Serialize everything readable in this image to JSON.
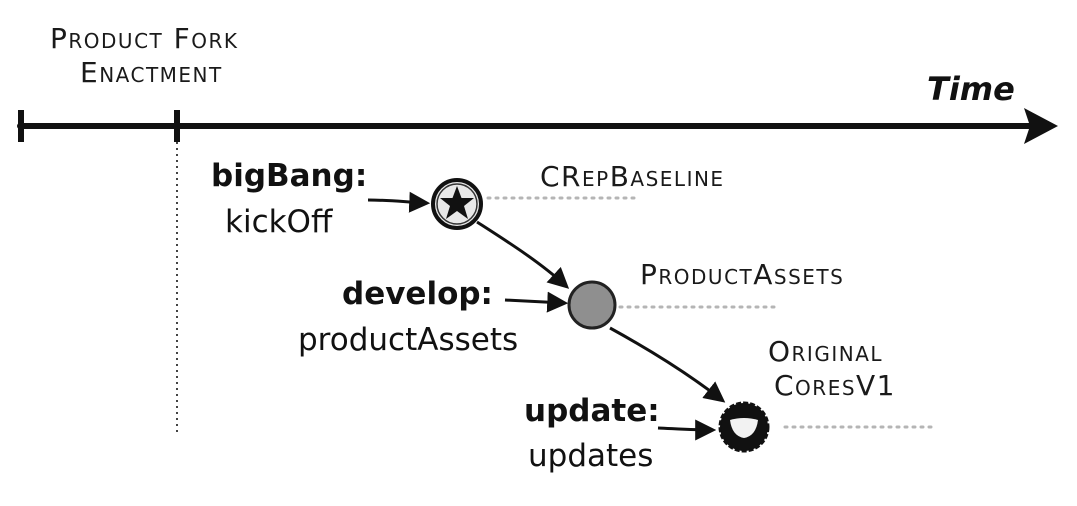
{
  "header": {
    "phase_line1": "Product Fork",
    "phase_line2": "Enactment",
    "axis_label": "Time"
  },
  "steps": [
    {
      "op": "bigBang:",
      "arg": "kickOff",
      "state": "CRepBaseline",
      "marker": "star-in-circle-icon"
    },
    {
      "op": "develop:",
      "arg": "productAssets",
      "state": "ProductAssets",
      "marker": "gray-filled-circle-icon"
    },
    {
      "op": "update:",
      "arg": "updates",
      "state_line1": "Original",
      "state_line2": "CoresV1",
      "marker": "dark-circle-icon"
    }
  ],
  "colors": {
    "ink": "#111111",
    "node_gray": "#8f8f8f",
    "dotted": "#b5b5b5"
  }
}
